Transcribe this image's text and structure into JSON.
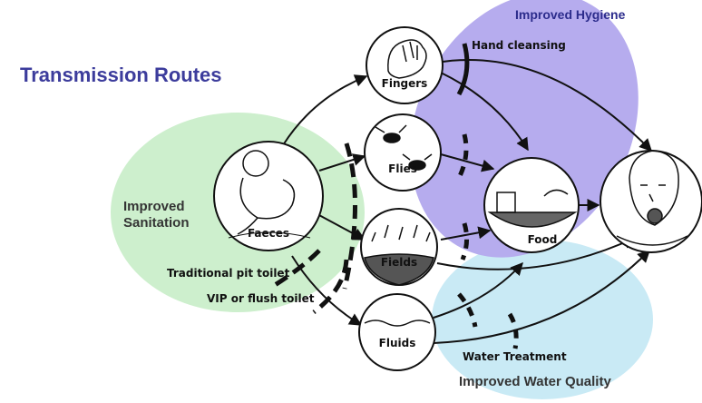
{
  "title": "Transmission Routes",
  "zones": {
    "sanitation": {
      "line1": "Improved",
      "line2": "Sanitation"
    },
    "hygiene": {
      "label": "Improved Hygiene"
    },
    "water_quality": {
      "label": "Improved Water Quality"
    }
  },
  "nodes": {
    "faeces": "Faeces",
    "fingers": "Fingers",
    "flies": "Flies",
    "fields": "Fields",
    "fluids": "Fluids",
    "food": "Food"
  },
  "barriers": {
    "hand_cleansing": "Hand cleansing",
    "traditional_pit_toilet": "Traditional pit toilet",
    "vip_flush_toilet": "VIP or flush toilet",
    "water_treatment": "Water Treatment"
  },
  "colors": {
    "title": "#3c3c9c",
    "hygiene_zone": "#b6acee",
    "sanitation_zone": "#cdefcd",
    "water_zone": "#c9eaf5",
    "zone_text": "#343434",
    "hygiene_text": "#2c2c8c",
    "ink": "#111111"
  }
}
